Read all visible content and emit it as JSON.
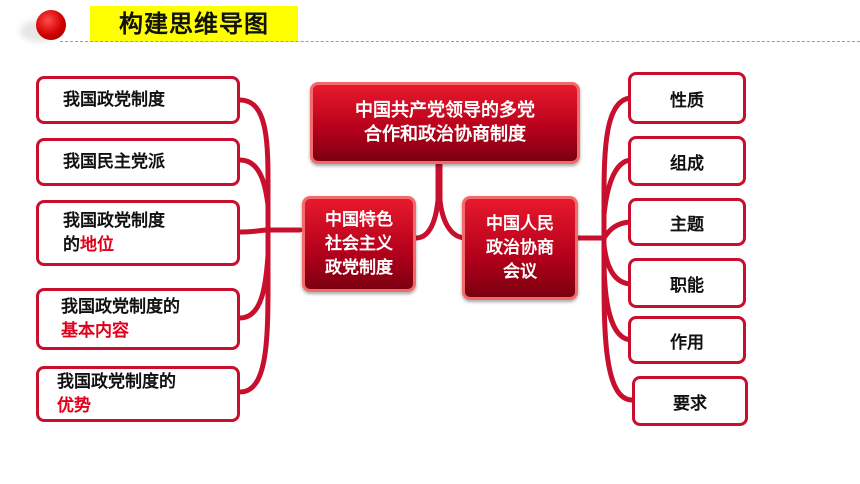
{
  "header": {
    "title": "构建思维导图"
  },
  "top_node": {
    "line1": "中国共产党领导的多党",
    "line2": "合作和政治协商制度"
  },
  "left_hub": {
    "line1": "中国特色",
    "line2": "社会主义",
    "line3": "政党制度"
  },
  "right_hub": {
    "line1": "中国人民",
    "line2": "政治协商",
    "line3": "会议"
  },
  "left_items": [
    {
      "text": "我国政党制度"
    },
    {
      "text": "我国民主党派"
    },
    {
      "text": "我国政党制度",
      "text2": "的",
      "highlight": "地位"
    },
    {
      "text": "我国政党制度的",
      "highlight": "基本内容"
    },
    {
      "text": "我国政党制度的",
      "highlight": "优势"
    }
  ],
  "right_items": [
    {
      "text": "性质"
    },
    {
      "text": "组成"
    },
    {
      "text": "主题"
    },
    {
      "text": "职能"
    },
    {
      "text": "作用"
    },
    {
      "text": "要求"
    }
  ],
  "colors": {
    "accent": "#c8102e",
    "highlight_text": "#e0001b",
    "title_bg": "#ffff00"
  }
}
